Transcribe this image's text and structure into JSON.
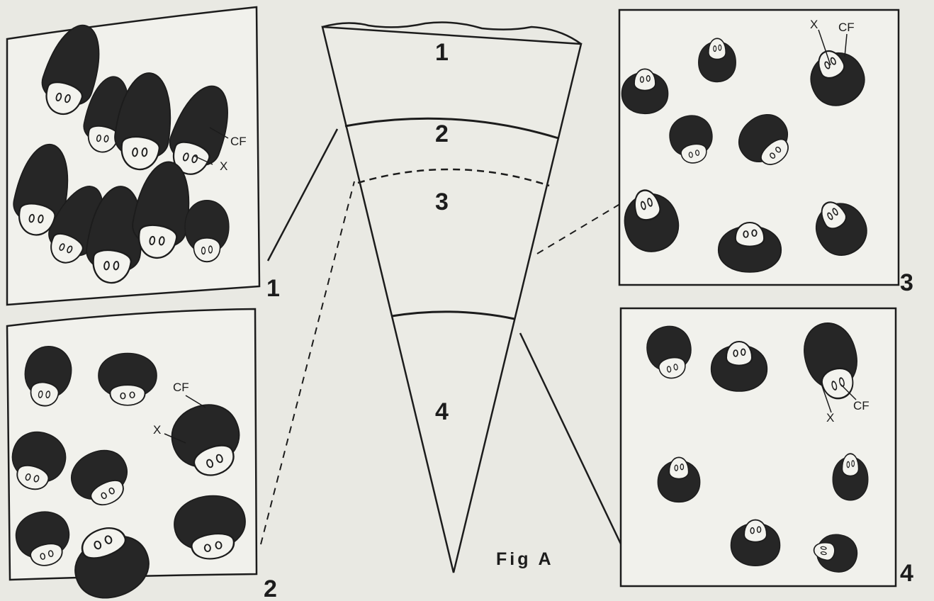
{
  "figure": {
    "caption": "Fig A",
    "colors": {
      "ink": "#1c1c1c",
      "paper": "#e9e9e3",
      "panel": "#f1f1ec",
      "cell_dark": "#262626",
      "cell_light": "#f3f3ee"
    },
    "wedge": {
      "zones": [
        {
          "label": "1"
        },
        {
          "label": "2"
        },
        {
          "label": "3"
        },
        {
          "label": "4"
        }
      ]
    },
    "panels": [
      {
        "number": "1",
        "labels": [
          "CF",
          "X"
        ]
      },
      {
        "number": "2",
        "labels": [
          "CF",
          "X"
        ]
      },
      {
        "number": "3",
        "labels": [
          "X",
          "CF"
        ]
      },
      {
        "number": "4",
        "labels": [
          "CF",
          "X"
        ]
      }
    ]
  }
}
